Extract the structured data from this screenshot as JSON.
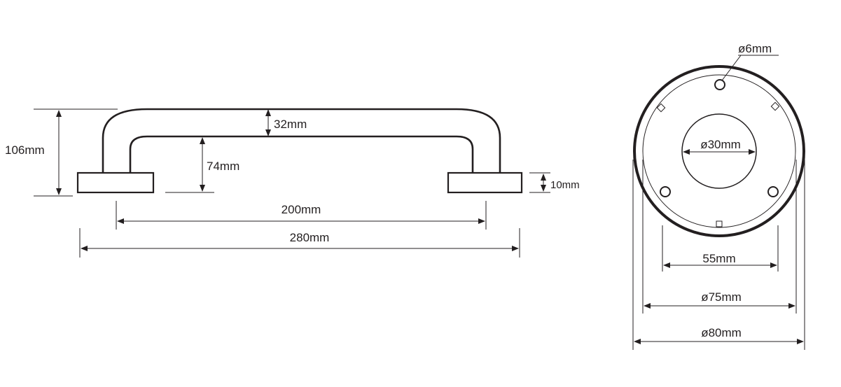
{
  "side_view": {
    "height_total": "106mm",
    "tube_diameter": "32mm",
    "clearance": "74mm",
    "base_thickness": "10mm",
    "centers": "200mm",
    "length_total": "280mm"
  },
  "front_view": {
    "screw_hole": "ø6mm",
    "tube_opening": "ø30mm",
    "hole_spacing": "55mm",
    "inner_diameter": "ø75mm",
    "outer_diameter": "ø80mm"
  }
}
